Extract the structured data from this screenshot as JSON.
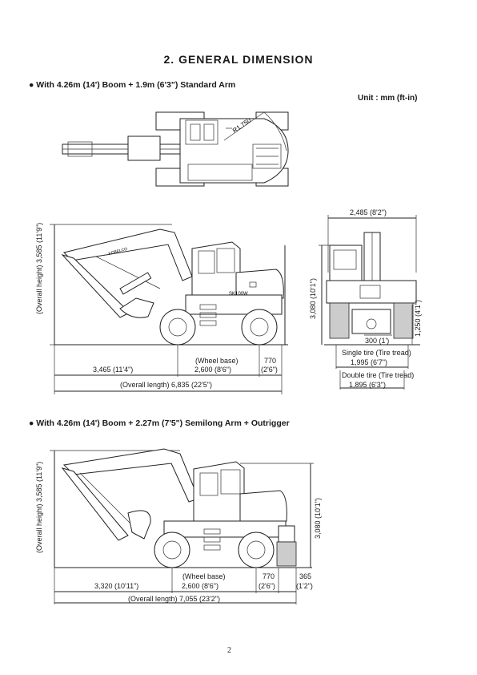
{
  "title": "2. GENERAL DIMENSION",
  "unit": "Unit : mm (ft-in)",
  "page_number": "2",
  "section1": {
    "heading": "With 4.26m (14') Boom + 1.9m (6'3\") Standard Arm",
    "plan_radius": "R1,750",
    "side": {
      "overall_height": "(Overall height) 3,585 (11'9\")",
      "front_dim": "3,465 (11'4\")",
      "wheel_base_label": "(Wheel base)",
      "wheel_base": "2,600 (8'6\")",
      "rear_dim_top": "770",
      "rear_dim_bottom": "(2'6\")",
      "overall_length": "(Overall length) 6,835 (22'5\")"
    },
    "front": {
      "width": "2,485 (8'2\")",
      "height": "3,080 (10'1\")",
      "ground_clearance": "300 (1')",
      "axle_height": "1,250 (4'1\")",
      "single_tire_label": "Single tire (Tire tread)",
      "single_tire": "1,995 (6'7\")",
      "double_tire_label": "Double tire (Tire tread)",
      "double_tire": "1,895 (6'3\")"
    },
    "logo_text": "KOBELCO",
    "model_text": "SK100W"
  },
  "section2": {
    "heading": "With 4.26m (14') Boom + 2.27m (7'5\") Semilong Arm + Outrigger",
    "overall_height": "(Overall height) 3,585 (11'9\")",
    "height_right": "3,080 (10'1\")",
    "front_dim": "3,320 (10'11\")",
    "wheel_base_label": "(Wheel base)",
    "wheel_base": "2,600 (8'6\")",
    "rear_dim_top": "770",
    "rear_dim_bottom": "(2'6\")",
    "outrigger_top": "365",
    "outrigger_bottom": "(1'2\")",
    "overall_length": "(Overall length) 7,055 (23'2\")"
  }
}
